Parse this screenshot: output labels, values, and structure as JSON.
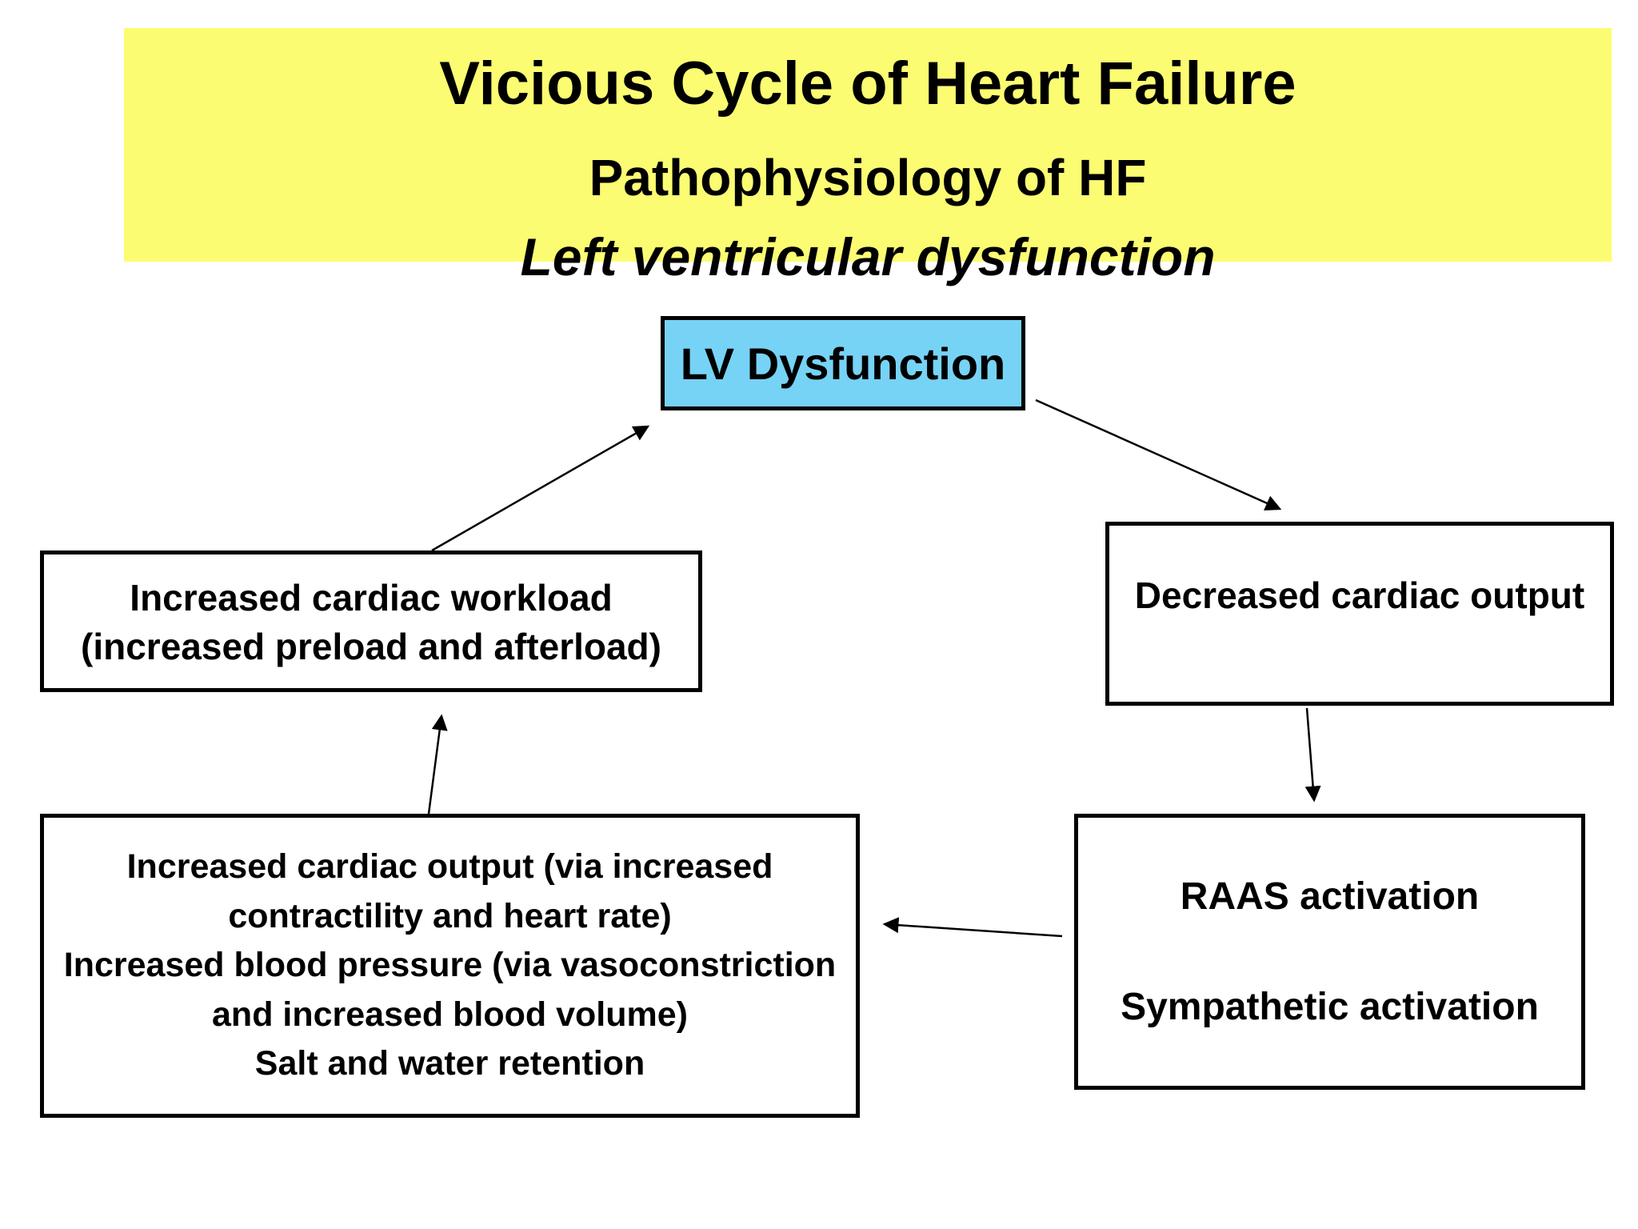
{
  "header": {
    "title": "Vicious Cycle of Heart Failure",
    "subtitle": "Pathophysiology of HF",
    "topic": "Left ventricular dysfunction",
    "banner_color": "#fcfc73"
  },
  "nodes": {
    "lv_dysfunction": {
      "label": "LV Dysfunction",
      "fill": "#76d3f5"
    },
    "decreased_output": {
      "label": "Decreased cardiac output"
    },
    "activation": {
      "line1": "RAAS activation",
      "line2": "Sympathetic  activation"
    },
    "compensation": {
      "line1": "Increased cardiac output (via increased",
      "line2": "contractility and heart rate)",
      "line3": "Increased blood pressure (via vasoconstriction",
      "line4": "and increased blood volume)",
      "line5": "Salt and water retention"
    },
    "workload": {
      "line1": "Increased cardiac workload",
      "line2": "(increased preload and afterload)"
    }
  },
  "edges": [
    {
      "from": "lv_dysfunction",
      "to": "decreased_output"
    },
    {
      "from": "decreased_output",
      "to": "activation"
    },
    {
      "from": "activation",
      "to": "compensation"
    },
    {
      "from": "compensation",
      "to": "workload"
    },
    {
      "from": "workload",
      "to": "lv_dysfunction"
    }
  ]
}
